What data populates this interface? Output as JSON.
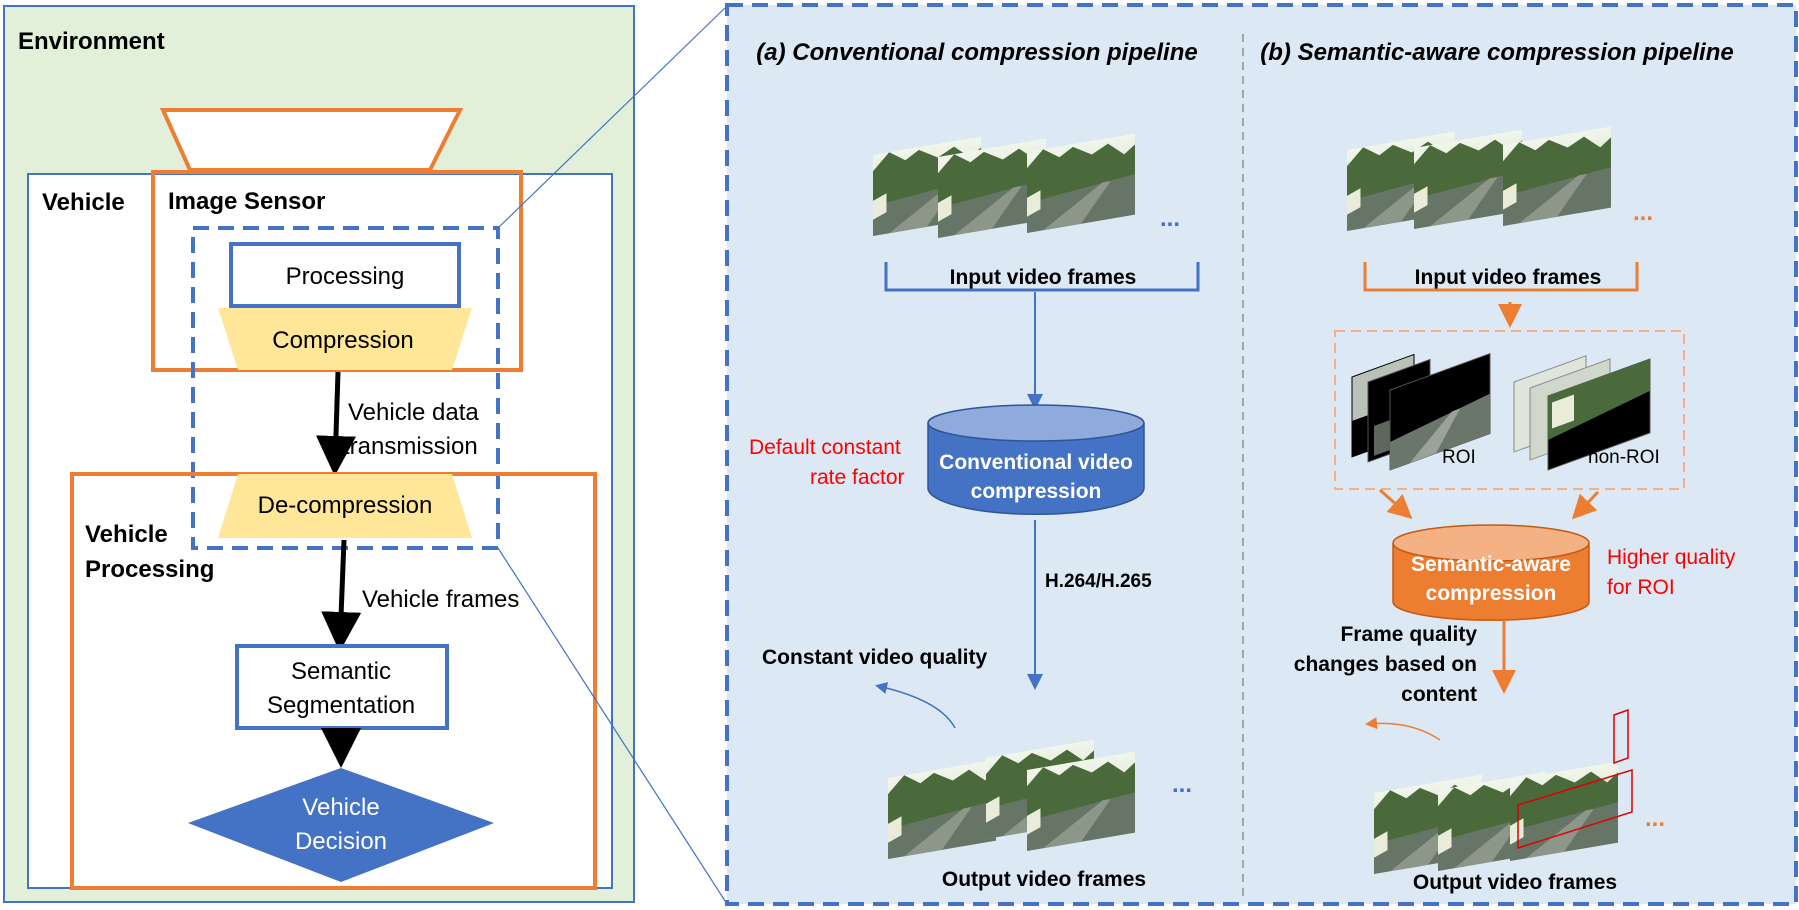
{
  "left": {
    "environment_label": "Environment",
    "vehicle_label": "Vehicle",
    "image_sensor_label": "Image Sensor",
    "processing_label": "Processing",
    "compression_label": "Compression",
    "transmission_line1": "Vehicle data",
    "transmission_line2": "transmission",
    "decompression_label": "De-compression",
    "vehicle_processing_line1": "Vehicle",
    "vehicle_processing_line2": "Processing",
    "vehicle_frames_label": "Vehicle frames",
    "segmentation_line1": "Semantic",
    "segmentation_line2": "Segmentation",
    "decision_line1": "Vehicle",
    "decision_line2": "Decision"
  },
  "pipeline_a": {
    "title": "(a) Conventional compression pipeline",
    "input_label": "Input video frames",
    "ellipsis": "...",
    "crf_line1": "Default constant",
    "crf_line2": "rate factor",
    "codec_line1": "Conventional video",
    "codec_line2": "compression",
    "codec_standard": "H.264/H.265",
    "quality_label": "Constant video quality",
    "output_label": "Output video frames"
  },
  "pipeline_b": {
    "title": "(b) Semantic-aware compression pipeline",
    "input_label": "Input video frames",
    "ellipsis": "...",
    "roi_label": "ROI",
    "non_roi_label": "non-ROI",
    "codec_line1": "Semantic-aware",
    "codec_line2": "compression",
    "quality_hint_line1": "Higher quality",
    "quality_hint_line2": "for ROI",
    "frame_quality_line1": "Frame quality",
    "frame_quality_line2": "changes based on",
    "frame_quality_line3": "content",
    "output_label": "Output video frames"
  },
  "colors": {
    "environment_fill": "#e2efd9",
    "panel_fill": "#dde8f5",
    "blue": "#4472c4",
    "orange": "#ed7d31",
    "yellow": "#ffe699",
    "red_text": "#ff0000",
    "cyl_blue_top": "#8faadc",
    "cyl_orange_top": "#f4b183"
  }
}
